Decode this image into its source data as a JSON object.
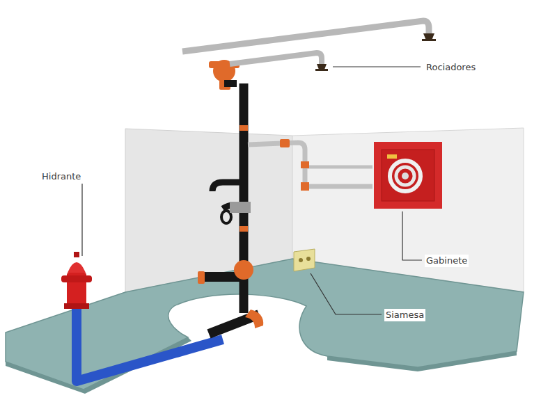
{
  "diagram": {
    "labels": [
      "Rociadores",
      "Hidrante",
      "Gabinete",
      "Siamesa"
    ]
  }
}
